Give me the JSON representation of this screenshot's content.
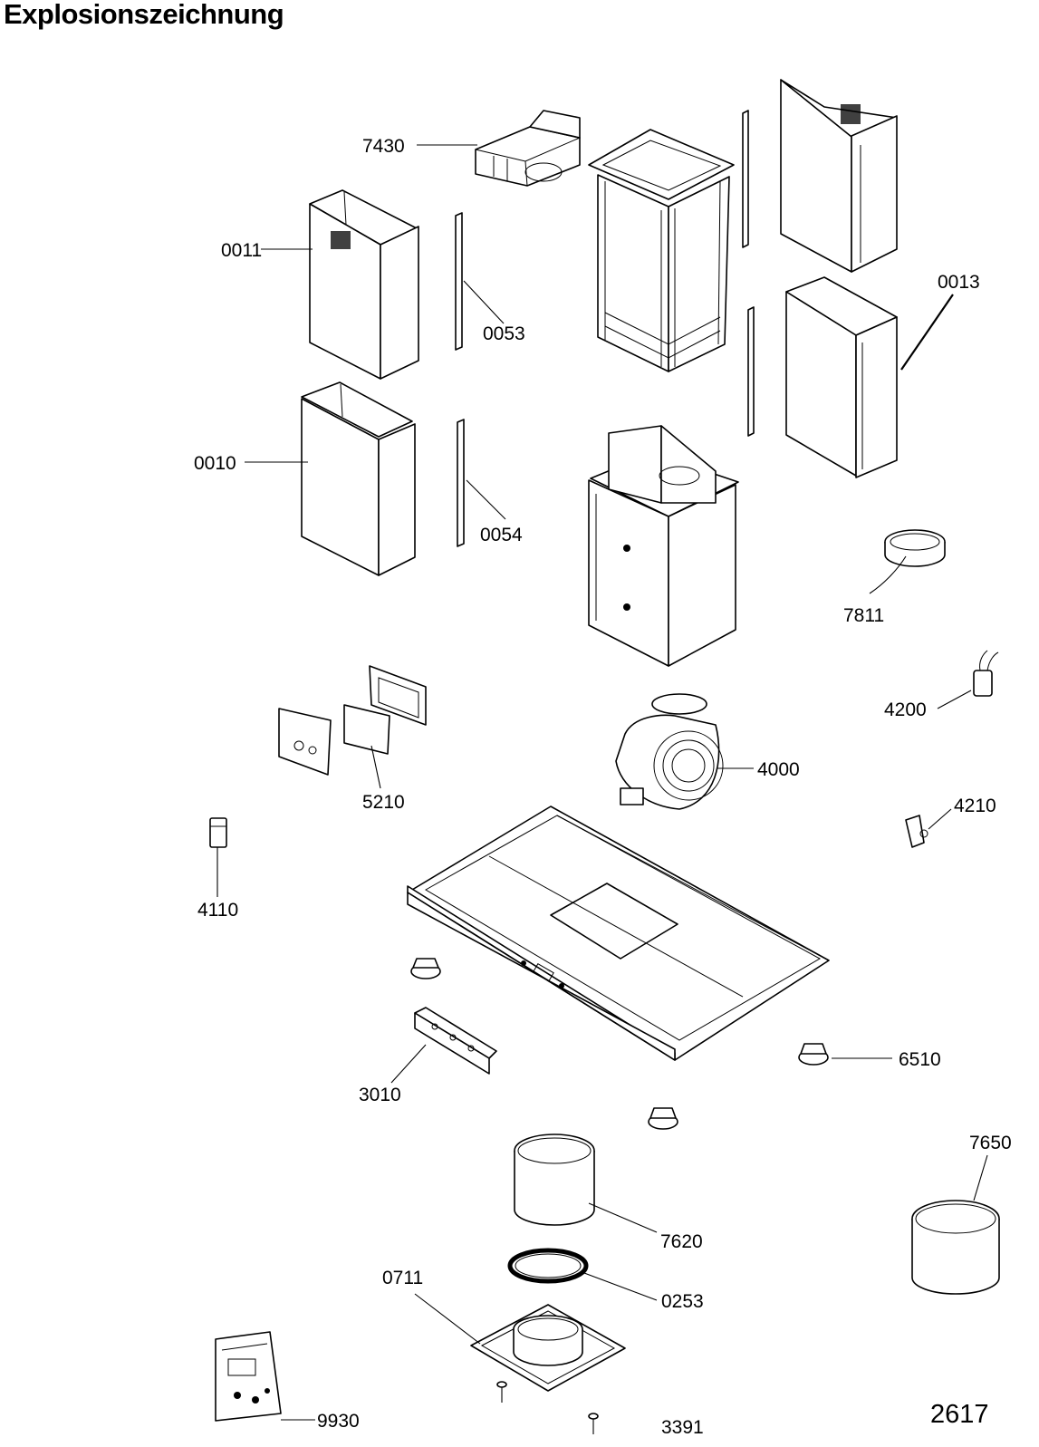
{
  "title": "Explosionszeichnung",
  "drawing_number": "2617",
  "labels": {
    "l7430": "7430",
    "l0011": "0011",
    "l0053": "0053",
    "l0013": "0013",
    "l0010": "0010",
    "l0054": "0054",
    "l7811": "7811",
    "l4200": "4200",
    "l5210": "5210",
    "l4000": "4000",
    "l4210": "4210",
    "l4110": "4110",
    "l6510": "6510",
    "l3010": "3010",
    "l7650": "7650",
    "l7620": "7620",
    "l0711": "0711",
    "l0253": "0253",
    "l9930": "9930",
    "l3391": "3391"
  }
}
